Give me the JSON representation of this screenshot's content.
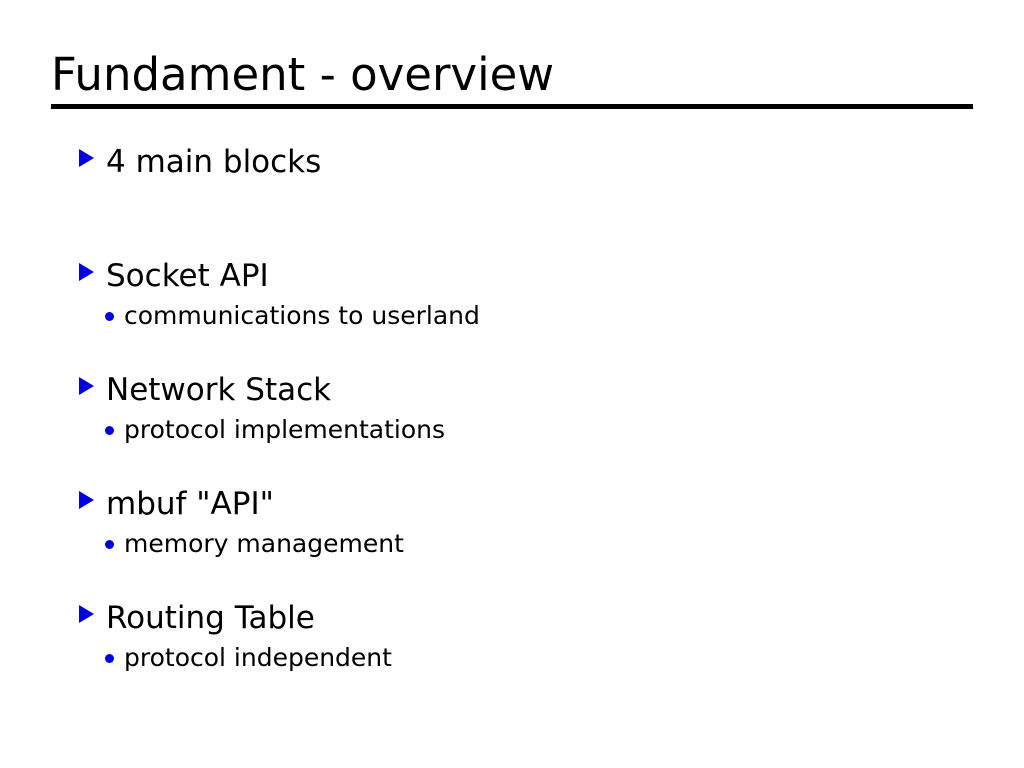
{
  "slide": {
    "title": "Fundament - overview",
    "background_color": "#ffffff",
    "text_color": "#000000",
    "accent_color": "#0000e0",
    "rule_color": "#000000"
  },
  "outline": [
    {
      "level1": "4 main blocks",
      "marker": "triangle-right-icon",
      "sub": []
    },
    {
      "level1": "Socket API",
      "marker": "triangle-right-icon",
      "sub": [
        {
          "text": "communications to userland",
          "marker": "dot-icon"
        }
      ]
    },
    {
      "level1": "Network Stack",
      "marker": "triangle-right-icon",
      "sub": [
        {
          "text": "protocol implementations",
          "marker": "dot-icon"
        }
      ]
    },
    {
      "level1": "mbuf \"API\"",
      "marker": "triangle-right-icon",
      "sub": [
        {
          "text": "memory management",
          "marker": "dot-icon"
        }
      ]
    },
    {
      "level1": "Routing Table",
      "marker": "triangle-right-icon",
      "sub": [
        {
          "text": "protocol independent",
          "marker": "dot-icon"
        }
      ]
    }
  ]
}
